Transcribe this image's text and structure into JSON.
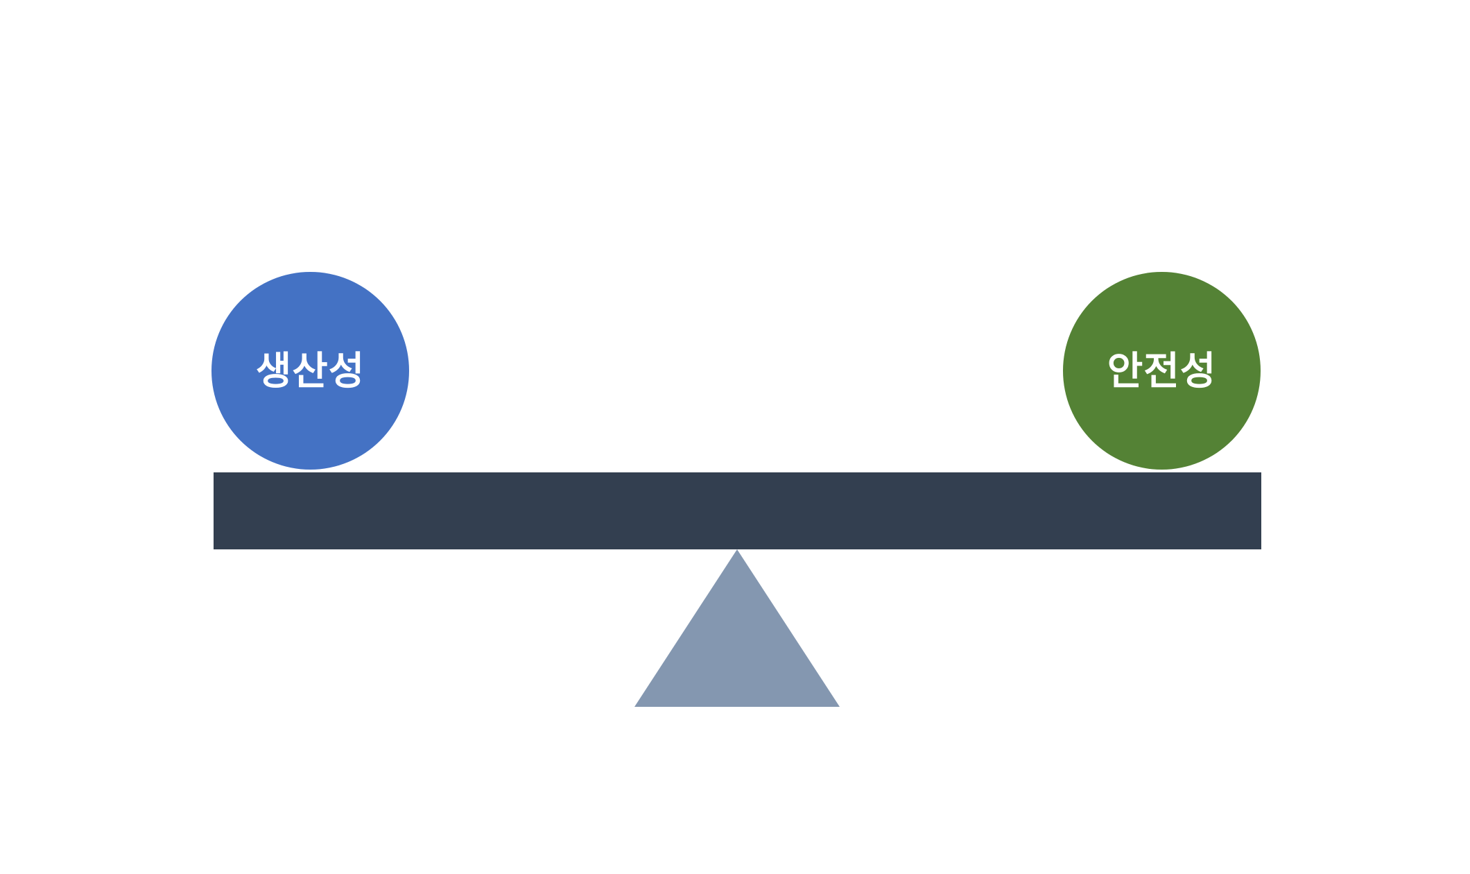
{
  "diagram": {
    "title": "productivity-safety-balance",
    "background_color": "#FFFFFF",
    "text_color": "#FFFFFF",
    "left_circle": {
      "label": "생산성",
      "color": "#4472C4"
    },
    "right_circle": {
      "label": "안전성",
      "color": "#548235"
    },
    "beam": {
      "color": "#333F50"
    },
    "fulcrum": {
      "color": "#8497B0",
      "shape": "triangle"
    }
  }
}
